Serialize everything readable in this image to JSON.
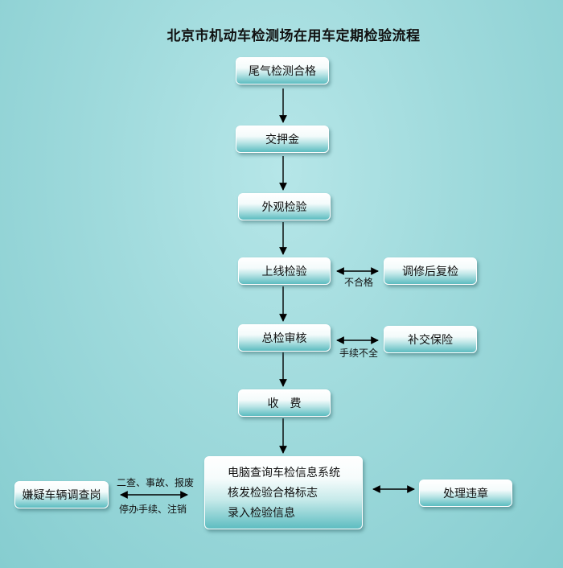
{
  "title": "北京市机动车检测场在用车定期检验流程",
  "steps": {
    "s1": "尾气检测合格",
    "s2": "交押金",
    "s3": "外观检验",
    "s4": "上线检验",
    "s5": "总检审核",
    "s6": "收　费"
  },
  "side": {
    "recheck": "调修后复检",
    "insurance": "补交保险",
    "violation": "处理违章",
    "suspect": "嫌疑车辆调查岗"
  },
  "final_box": {
    "lines": [
      "电脑查询车检信息系统",
      "核发检验合格标志",
      "录入检验信息"
    ]
  },
  "edge_labels": {
    "unqualified": "不合格",
    "incomplete": "手续不全",
    "suspect_top": "二查、事故、报废",
    "suspect_bottom": "停办手续、注销"
  }
}
